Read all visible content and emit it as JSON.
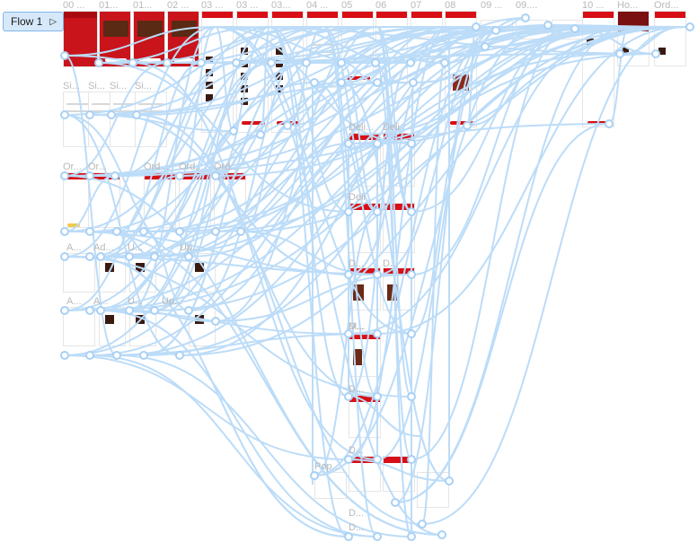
{
  "flow": {
    "label": "Flow 1",
    "play_icon": "play-triangle-icon"
  },
  "colors": {
    "brand": "#d80f16",
    "connector": "#bcdcf8",
    "canvas": "#ffffff"
  },
  "frames_row1": [
    "00 ...",
    "01...",
    "01...",
    "02 ...",
    "03 ...",
    "03 ...",
    "03...",
    "04 ...",
    "05",
    "06",
    "07",
    "08",
    "09 ...",
    "09....",
    "10 ...",
    "Ho...",
    "Ord..."
  ],
  "frames_signin": [
    "Si...",
    "Si...",
    "Si...",
    "Si..."
  ],
  "frames_order": [
    "Or...",
    "Or...",
    "Ord...",
    "Ord...",
    "Ord..."
  ],
  "frames_address": [
    "A...",
    "Ad...",
    "U...",
    "Up..."
  ],
  "frames_address2": [
    "A...",
    "A...",
    "U...",
    "Up..."
  ],
  "frames_deli_col": [
    "Deli...",
    "Deli",
    "D...",
    "D...",
    "D...",
    "M...",
    "D...",
    "D...",
    "D...",
    "D..."
  ],
  "frames_deli_right": [
    "Deli"
  ],
  "frames_popup": [
    "Pop..."
  ]
}
